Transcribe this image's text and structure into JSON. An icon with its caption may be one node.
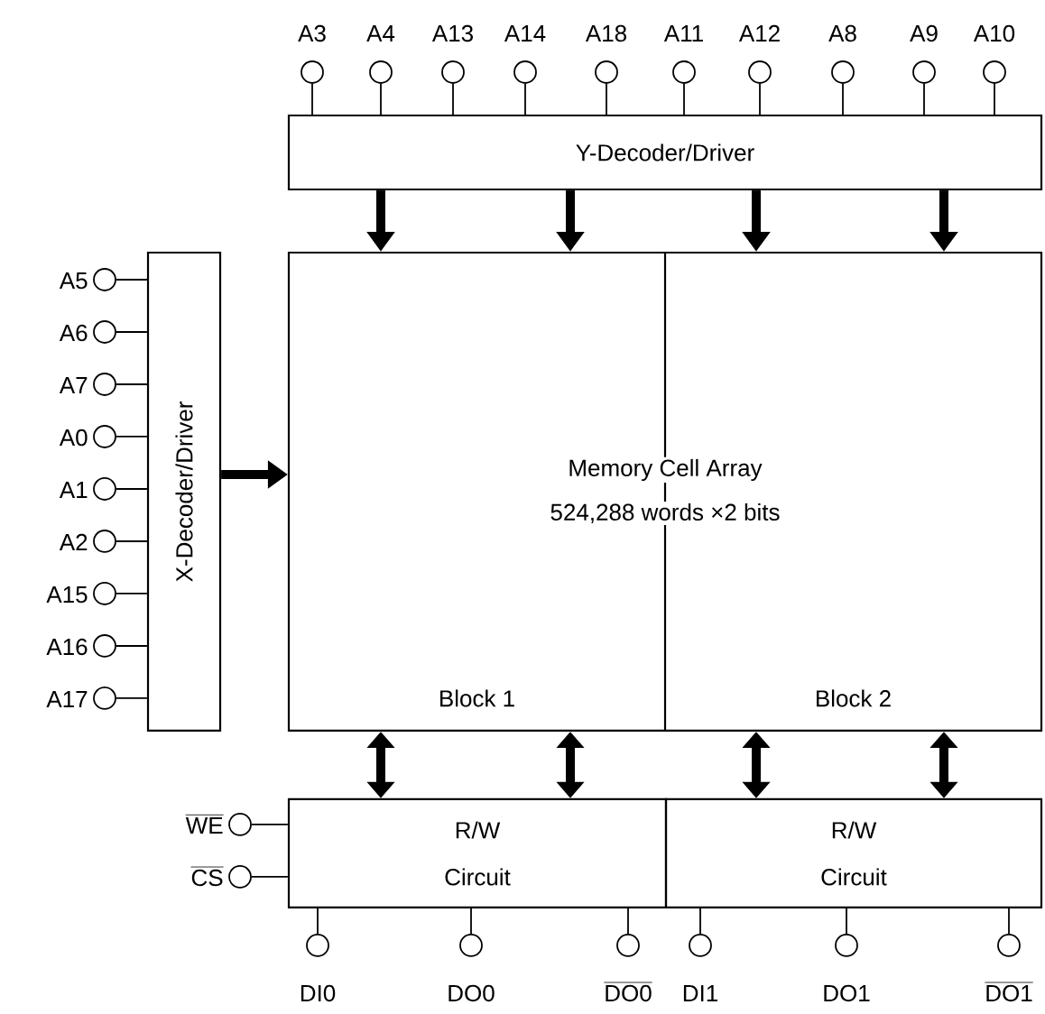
{
  "diagram": {
    "nodes": [
      {
        "text": [
          "Y-Decoder/Driver"
        ]
      },
      {
        "text": [
          "X-Decoder/Driver"
        ]
      },
      {
        "text": [
          "Memory Cell Array",
          "524,288 words ×2 bits"
        ]
      },
      {
        "text": [
          "Block 1"
        ],
        "in": 2
      },
      {
        "text": [
          "Block 2"
        ],
        "in": 2
      },
      {
        "text": [
          "R/W Circuit"
        ]
      },
      {
        "text": [
          "R/W Circuit"
        ]
      },
      {
        "text": [],
        "shape": "circle",
        "beside": [
          "A3"
        ]
      },
      {
        "text": [],
        "shape": "circle",
        "beside": [
          "A4"
        ]
      },
      {
        "text": [],
        "shape": "circle",
        "beside": [
          "A13"
        ]
      },
      {
        "text": [],
        "shape": "circle",
        "beside": [
          "A14"
        ]
      },
      {
        "text": [],
        "shape": "circle",
        "beside": [
          "A18"
        ]
      },
      {
        "text": [],
        "shape": "circle",
        "beside": [
          "A11"
        ]
      },
      {
        "text": [],
        "shape": "circle",
        "beside": [
          "A12"
        ]
      },
      {
        "text": [],
        "shape": "circle",
        "beside": [
          "A8"
        ]
      },
      {
        "text": [],
        "shape": "circle",
        "beside": [
          "A9"
        ]
      },
      {
        "text": [],
        "shape": "circle",
        "beside": [
          "A10"
        ]
      },
      {
        "text": [],
        "shape": "circle",
        "beside": [
          "A5"
        ]
      },
      {
        "text": [],
        "shape": "circle",
        "beside": [
          "A6"
        ]
      },
      {
        "text": [],
        "shape": "circle",
        "beside": [
          "A7"
        ]
      },
      {
        "text": [],
        "shape": "circle",
        "beside": [
          "A0"
        ]
      },
      {
        "text": [],
        "shape": "circle",
        "beside": [
          "A1"
        ]
      },
      {
        "text": [],
        "shape": "circle",
        "beside": [
          "A2"
        ]
      },
      {
        "text": [],
        "shape": "circle",
        "beside": [
          "A15"
        ]
      },
      {
        "text": [],
        "shape": "circle",
        "beside": [
          "A16"
        ]
      },
      {
        "text": [],
        "shape": "circle",
        "beside": [
          "A17"
        ]
      },
      {
        "text": [],
        "shape": "circle",
        "beside": [
          "\\overline{\\textrm{WE}}"
        ]
      },
      {
        "text": [],
        "shape": "circle",
        "beside": [
          "\\overline{\\textrm{CS}}"
        ]
      },
      {
        "text": [],
        "shape": "circle",
        "beside": [
          "DI0"
        ]
      },
      {
        "text": [],
        "shape": "circle",
        "beside": [
          "DO0"
        ]
      },
      {
        "text": [],
        "shape": "circle",
        "beside": [
          "\\overline{\\textrm{DO0}}"
        ]
      },
      {
        "text": [],
        "shape": "circle",
        "beside": [
          "DI1"
        ]
      },
      {
        "text": [],
        "shape": "circle",
        "beside": [
          "DO1"
        ]
      },
      {
        "text": [],
        "shape": "circle",
        "beside": [
          "\\overline{\\textrm{DO1}}"
        ]
      }
    ],
    "edges": [
      {
        "from": 7,
        "to": 0,
        "arrow": "none"
      },
      {
        "from": 8,
        "to": 0,
        "arrow": "none"
      },
      {
        "from": 9,
        "to": 0,
        "arrow": "none"
      },
      {
        "from": 10,
        "to": 0,
        "arrow": "none"
      },
      {
        "from": 11,
        "to": 0,
        "arrow": "none"
      },
      {
        "from": 12,
        "to": 0,
        "arrow": "none"
      },
      {
        "from": 13,
        "to": 0,
        "arrow": "none"
      },
      {
        "from": 14,
        "to": 0,
        "arrow": "none"
      },
      {
        "from": 15,
        "to": 0,
        "arrow": "none"
      },
      {
        "from": 16,
        "to": 0,
        "arrow": "none"
      },
      {
        "from": 17,
        "to": 1,
        "arrow": "none"
      },
      {
        "from": 18,
        "to": 1,
        "arrow": "none"
      },
      {
        "from": 19,
        "to": 1,
        "arrow": "none"
      },
      {
        "from": 20,
        "to": 1,
        "arrow": "none"
      },
      {
        "from": 21,
        "to": 1,
        "arrow": "none"
      },
      {
        "from": 22,
        "to": 1,
        "arrow": "none"
      },
      {
        "from": 23,
        "to": 1,
        "arrow": "none"
      },
      {
        "from": 24,
        "to": 1,
        "arrow": "none"
      },
      {
        "from": 25,
        "to": 1,
        "arrow": "none"
      },
      {
        "from": 26,
        "to": 5,
        "arrow": "none"
      },
      {
        "from": 27,
        "to": 5,
        "arrow": "none"
      },
      {
        "from": 5,
        "to": 28,
        "arrow": "none"
      },
      {
        "from": 5,
        "to": 29,
        "arrow": "none"
      },
      {
        "from": 5,
        "to": 30,
        "arrow": "none"
      },
      {
        "from": 6,
        "to": 31,
        "arrow": "none"
      },
      {
        "from": 6,
        "to": 32,
        "arrow": "none"
      },
      {
        "from": 6,
        "to": 33,
        "arrow": "none"
      },
      {
        "from": 0,
        "to": 2,
        "arrow": "to",
        "style": "thick"
      },
      {
        "from": 0,
        "to": 2,
        "arrow": "to",
        "style": "thick"
      },
      {
        "from": 0,
        "to": 2,
        "arrow": "to",
        "style": "thick"
      },
      {
        "from": 0,
        "to": 2,
        "arrow": "to",
        "style": "thick"
      },
      {
        "from": 1,
        "to": 2,
        "arrow": "to",
        "style": "thick"
      },
      {
        "from": 3,
        "to": 5,
        "arrow": "both",
        "style": "thick"
      },
      {
        "from": 3,
        "to": 5,
        "arrow": "both",
        "style": "thick"
      },
      {
        "from": 4,
        "to": 6,
        "arrow": "both",
        "style": "thick"
      },
      {
        "from": 4,
        "to": 6,
        "arrow": "both",
        "style": "thick"
      }
    ]
  }
}
